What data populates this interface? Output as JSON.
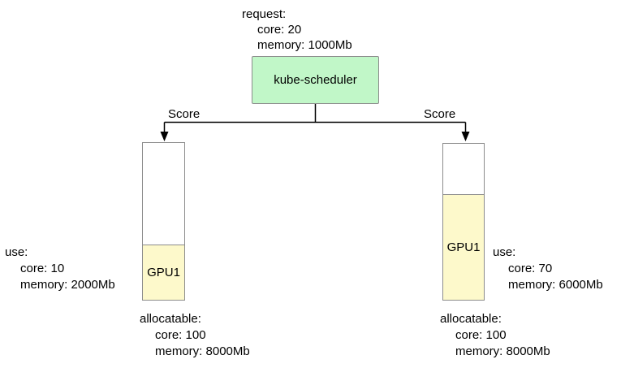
{
  "colors": {
    "scheduler_fill": "#c1f7c8",
    "gpu_fill": "#fdf9cb",
    "box_border": "#8c8c8c",
    "line_color": "#000000"
  },
  "request": {
    "title": "request:",
    "lines": [
      "core: 20",
      "memory: 1000Mb"
    ]
  },
  "scheduler": {
    "label": "kube-scheduler"
  },
  "edges": {
    "left_label": "Score",
    "right_label": "Score"
  },
  "nodes": {
    "left": {
      "gpu_label": "GPU1",
      "use": {
        "title": "use:",
        "lines": [
          "core: 10",
          "memory: 2000Mb"
        ]
      },
      "allocatable": {
        "title": "allocatable:",
        "lines": [
          "core: 100",
          "memory: 8000Mb"
        ]
      }
    },
    "right": {
      "gpu_label": "GPU1",
      "use": {
        "title": "use:",
        "lines": [
          "core: 70",
          "memory: 6000Mb"
        ]
      },
      "allocatable": {
        "title": "allocatable:",
        "lines": [
          "core: 100",
          "memory: 8000Mb"
        ]
      }
    }
  }
}
